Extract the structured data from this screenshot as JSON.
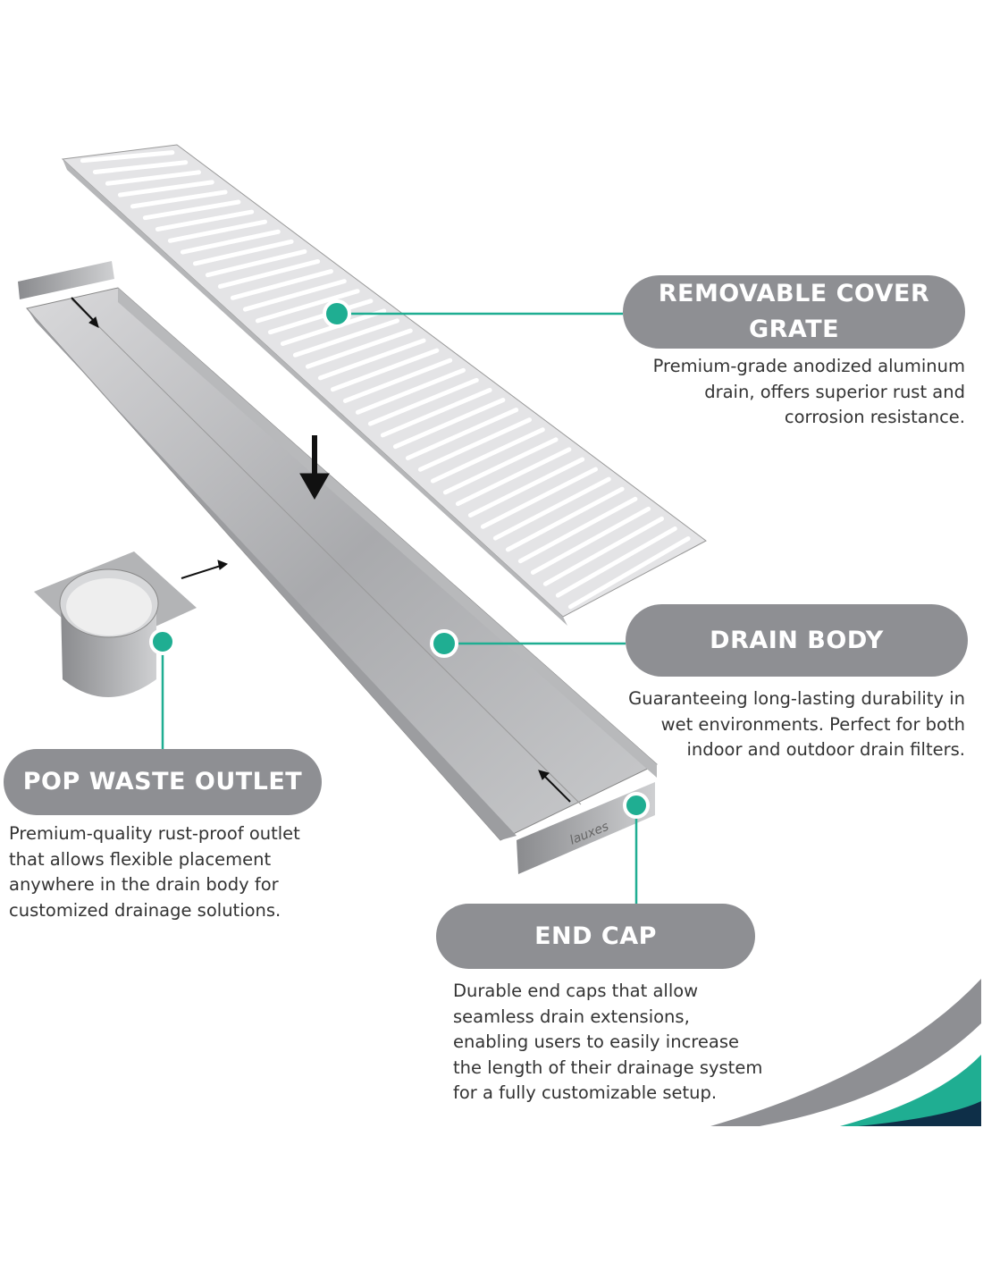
{
  "brand_logo": "lauxes",
  "colors": {
    "pill": "#8e8f93",
    "accent": "#1fae92",
    "navy": "#0e2f48"
  },
  "callouts": {
    "cover": {
      "title_lines": [
        "REMOVABLE COVER",
        "GRATE"
      ],
      "desc_lines": [
        "Premium-grade anodized aluminum",
        "drain, offers superior rust and",
        "corrosion resistance."
      ]
    },
    "body": {
      "title": "DRAIN BODY",
      "desc_lines": [
        "Guaranteeing long-lasting durability in",
        "wet environments. Perfect for both",
        "indoor and outdoor drain filters."
      ]
    },
    "outlet": {
      "title": "POP WASTE OUTLET",
      "desc_lines": [
        "Premium-quality rust-proof outlet",
        "that allows flexible placement",
        "anywhere in the drain body for",
        "customized drainage solutions."
      ]
    },
    "endcap": {
      "title": "END CAP",
      "desc_lines": [
        "Durable end caps that allow",
        "seamless drain extensions,",
        "enabling users to easily increase",
        "the length of their drainage system",
        "for a fully customizable setup."
      ]
    }
  }
}
